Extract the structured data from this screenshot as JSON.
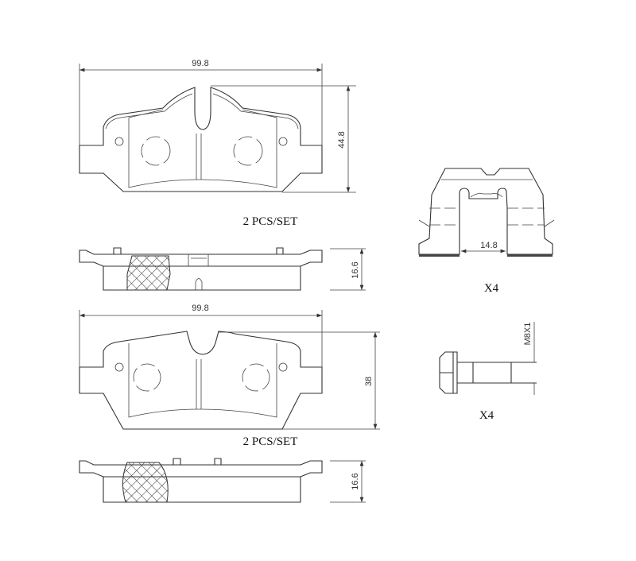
{
  "pad_set_1": {
    "width_label": "99.8",
    "height_label": "44.8",
    "quantity_label": "2 PCS/SET",
    "thickness_label": "16.6"
  },
  "pad_set_2": {
    "width_label": "99.8",
    "height_label": "38",
    "quantity_label": "2 PCS/SET",
    "thickness_label": "16.6"
  },
  "clip": {
    "gap_label": "14.8",
    "quantity_label": "X4"
  },
  "bolt": {
    "thread_label": "M8X1",
    "quantity_label": "X4"
  }
}
